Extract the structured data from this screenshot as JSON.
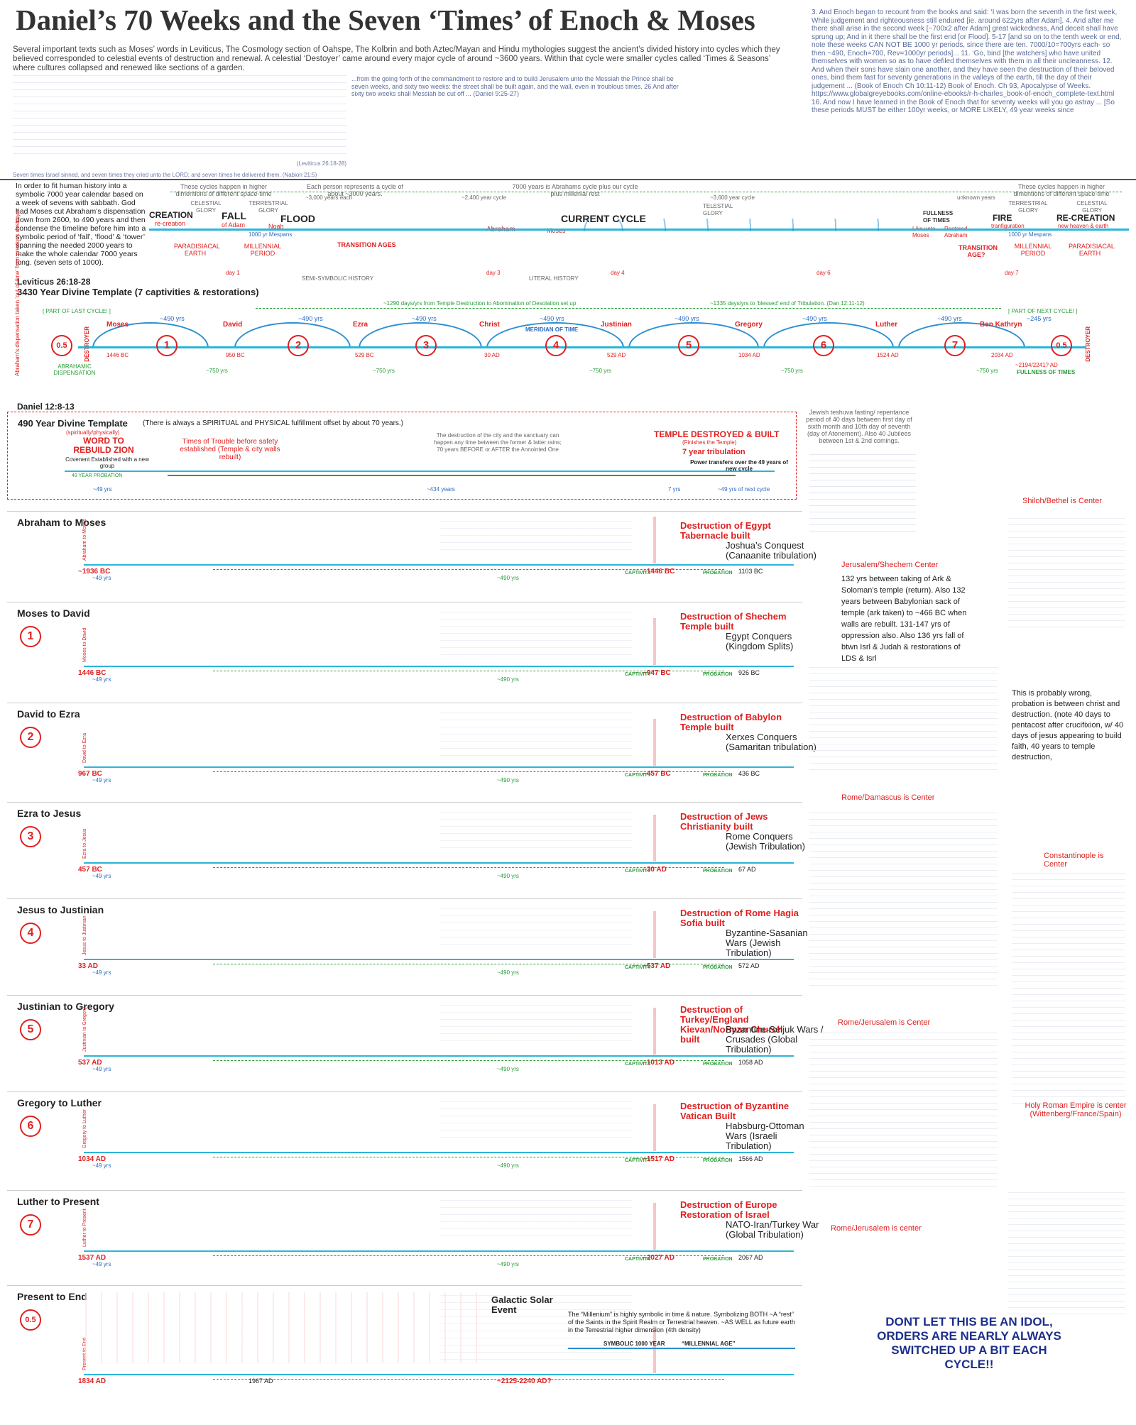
{
  "title": "Daniel’s 70 Weeks and the Seven ‘Times’ of Enoch & Moses",
  "intro": "Several important texts such as Moses’ words in Leviticus, The Cosmology section of Oahspe, The Kolbrin and both Aztec/Mayan and Hindu mythologies suggest the ancient’s divided history into cycles which they believed corresponded to celestial events of destruction and renewal. A celestial ‘Destoyer’ came around every major cycle of around ~3600 years. Within that cycle were smaller cycles called ‘Times & Seasons’ where cultures collapsed and renewed like sections of a garden.",
  "lev_quote_ref": "(Leviticus 26:18-28)",
  "seven_times_quote": "Seven times Israel sinned, and seven times they cried unto the LORD; and seven times he delivered them. (Nabion 21:5)",
  "dan_quote": "...from the going forth of the commandment to restore and to build Jerusalem unto the Messiah the Prince shall be seven weeks, and sixty two weeks: the street shall be built again, and the wall, even in troublous times. 26 And after sixty two weeks shall Messiah be cut off ... (Daniel 9:25-27)",
  "enoch_notes": "3. And Enoch began to recount from the books and said: ‘I was born the seventh in the first week, While judgement and righteousness still endured [ie. around 622yrs after Adam]. 4. And after me there shall arise in the second week [~700x2 after Adam] great wickedness, And deceit shall have sprung up; And in it there shall be the first end [or Flood]. 5-17 [and so on to the tenth week or end, note these weeks CAN NOT BE 1000 yr periods, since there are ten. 7000/10=700yrs each- so then ~490, Enoch=700, Rev=1000yr periods]... 11. ‘Go, bind [the watchers] who have united themselves with women so as to have defiled themselves with them in all their uncleanness. 12. And when their sons have slain one another, and they have seen the destruction of their beloved ones, bind them fast for seventy generations in the valleys of the earth, till the day of their judgement ... (Book of Enoch Ch 10:11-12) Book of Enoch. Ch 93, Apocalypse of Weeks. https://www.globalgreyebooks.com/online-ebooks/r-h-charles_book-of-enoch_complete-text.html 16. And now I have learned in the Book of Enoch that for seventy weeks will you go astray ... [So these periods MUST be either 100yr weeks, or MORE LIKELY, 49 year weeks since",
  "top": {
    "note_left": "These cycles happen in higher dimentions of different space-time",
    "note_person": "Each person represents a cycle of about ~3000 years.",
    "note_7000": "7000 years is Abrahams cycle plus our cycle plus millenial rest",
    "note_right": "These cycles happen in higher dimentions of different space-time",
    "explain": "In order to fit human history into a symbolic 7000 year calendar based on a week of sevens with sabbath. God had Moses cut Abraham’s dispensation down from 2600, to 490 years and then condense the timeline before him into a symbolic period of ‘fall’, ‘flood’ & ‘tower’ spanning the needed 2000 years to make the whole calendar 7000 years long. (seven sets of 1000).",
    "celestial": "CELESTIAL GLORY",
    "terrestrial": "TERRESTRIAL GLORY",
    "telestial": "TELESTIAL GLORY",
    "creation": "CREATION",
    "recreation_small": "re-creation",
    "fall": "FALL",
    "of_adam": "of Adam",
    "flood": "FLOOD",
    "noah": "Noah",
    "abraham": "Abraham",
    "current": "CURRENT CYCLE",
    "moses": "Moses",
    "fire": "FIRE",
    "transfiguration": "tranfiguration",
    "recreation": "RE-CREATION",
    "new_heaven": "new heaven & earth",
    "paradisiacal": "PARADISIACAL EARTH",
    "millennial": "MILLENNIAL PERIOD",
    "transition_ages": "TRANSITION AGES",
    "transition_age": "TRANSITION AGE?",
    "years_3000": "~3,000 years each",
    "years_2400": "~2,400 year cycle",
    "years_3600": "~3,600 year cycle",
    "unknown_years": "unknown years",
    "fullness": "FULLNESS OF TIMES",
    "like_unto": "Like unto Moses",
    "restored": "Restored Abraham",
    "mespans": "1000 yr Mespans",
    "day1": "day 1",
    "day3": "day 3",
    "day4": "day 4",
    "day6": "day 6",
    "day7": "day 7",
    "semi": "SEMI-SYMBOLIC HISTORY",
    "literal": "LITERAL HISTORY"
  },
  "template": {
    "lev_ref": "Leviticus 26:18-28",
    "heading": "3430 Year Divine Template (7 captivities & restorations)",
    "part_last": "[ PART OF LAST CYCLE! ]",
    "part_next": "[ PART OF NEXT CYCLE! ]",
    "span1290": "~1290 days/yrs from Temple Destruction to Abomination of Desolation set up",
    "span1335": "~1335 days/yrs to ‘blessed’ end of Tribulation. (Dan 12:11-12)",
    "figures": [
      "Moses",
      "David",
      "Ezra",
      "Christ",
      "Justinian",
      "Gregory",
      "Luther",
      "Ben Kathryn"
    ],
    "nums": [
      "0.5",
      "1",
      "2",
      "3",
      "4",
      "5",
      "6",
      "7",
      "0.5"
    ],
    "yrs490": "~490 yrs",
    "yrs245": "~245 yrs",
    "yrs750": "~750 yrs",
    "meridian": "MERIDIAN OF TIME",
    "dates": [
      "1446 BC",
      "950 BC",
      "529 BC",
      "30 AD",
      "529 AD",
      "1034 AD",
      "1524 AD",
      "2034 AD"
    ],
    "abrahamic": "ABRAHAMIC DISPENSATION",
    "fullness": "FULLNESS OF TIMES",
    "end_date": "~2194/2241? AD",
    "destroyer": "DESTROYER",
    "left_red": "Abraham’s dispensation taken ‘out of time’ from previous destroyer."
  },
  "dan": {
    "ref": "Daniel 12:8-13",
    "heading": "490 Year Divine Template",
    "note": "(There is always a SPIRITUAL and PHYSICAL fulfillment offset by about 70 years.)",
    "spirit": "(spiritually/physically)",
    "word": "WORD TO REBUILD ZION",
    "covenant": "Covenent Established with a new group",
    "troubles": "Times of Trouble before safety established (Temple & city walls rebuilt)",
    "middle": "The destruction of the city and the sanctuary can happen any time between the former & latter rains; 70 years BEFORE or AFTER the Annointed One",
    "temple": "TEMPLE DESTROYED & BUILT",
    "temple_sub": "(Finishes the Temple)",
    "tribulation": "7 year tribulation",
    "power": "Power transfers over the 49 years of new cycle",
    "probation": "49 YEAR PROBATION",
    "yrs49": "~49 yrs",
    "yrs434": "~434 years",
    "yrs7": "7 yrs",
    "next49": "~49 yrs of next cycle",
    "fasting": "Jewish teshuva fasting/ repentance period of 40 days between first day of sixth month and 10th day of seventh (day of Atonement). Also 40 Jubilees between 1st & 2nd comings."
  },
  "sections": [
    {
      "name": "Abraham to Moses",
      "num": "",
      "start": "~1936 BC",
      "end": "~1446 BC",
      "dest": "Destruction of Egypt Tabernacle built",
      "conq": "Joshua’s Conquest (Canaanite tribulation)",
      "other": "1103 BC"
    },
    {
      "name": "Moses to David",
      "num": "1",
      "start": "1446 BC",
      "end": "~947 BC",
      "dest": "Destruction of Shechem Temple built",
      "conq": "Egypt Conquers (Kingdom Splits)",
      "other": "926 BC"
    },
    {
      "name": "David to Ezra",
      "num": "2",
      "start": "967 BC",
      "end": "~457 BC",
      "dest": "Destruction of Babylon Temple built",
      "conq": "Xerxes Conquers (Samaritan tribulation)",
      "other": "436 BC"
    },
    {
      "name": "Ezra to Jesus",
      "num": "3",
      "start": "457 BC",
      "end": "~30 AD",
      "dest": "Destruction of Jews Christianity built",
      "conq": "Rome Conquers (Jewish Tribulation)",
      "other": "67 AD"
    },
    {
      "name": "Jesus to Justinian",
      "num": "4",
      "start": "33 AD",
      "end": "~537 AD",
      "dest": "Destruction of Rome Hagia Sofia built",
      "conq": "Byzantine-Sasanian Wars (Jewish Tribulation)",
      "other": "572 AD"
    },
    {
      "name": "Justinian to Gregory",
      "num": "5",
      "start": "537 AD",
      "end": "~1013 AD",
      "dest": "Destruction of Turkey/England Kievan/Norman Church built",
      "conq": "Byzantine-Seljuk Wars / Crusades (Global Tribulation)",
      "other": "1058 AD"
    },
    {
      "name": "Gregory to Luther",
      "num": "6",
      "start": "1034 AD",
      "end": "~1517 AD",
      "dest": "Destruction of Byzantine Vatican Built",
      "conq": "Habsburg-Ottoman Wars (Israeli Tribulation)",
      "other": "1566 AD"
    },
    {
      "name": "Luther to Present",
      "num": "7",
      "start": "1537 AD",
      "end": "~2027 AD",
      "dest": "Destruction of Europe Restoration of Israel",
      "conq": "NATO-Iran/Turkey War (Global Tribulation)",
      "other": "2067 AD"
    },
    {
      "name": "Present to End",
      "num": "0.5",
      "start": "1834 AD",
      "end": "~2125-2240 AD?",
      "dest": "",
      "conq": "",
      "other": "1967 AD"
    }
  ],
  "labels": {
    "yrs490": "~490 yrs",
    "yrs49": "~49 yrs",
    "probation": "PROBATION",
    "captivity": "CAPTIVITY",
    "galactic": "Galactic Solar Event",
    "millenium": "The “Millenium” is highly symbolic in time & nature. Symbolizing BOTH ~A “rest” of the Saints in the Spirit Realm or Terrestrial heaven. ~AS WELL as future earth in the Terrestrial higher dimension (4th density)",
    "symbolic1000": "SYMBOLIC 1000 YEAR",
    "millennial_age": "“MILLENNIAL AGE”"
  },
  "centers": {
    "shiloh": "Shiloh/Bethel is Center",
    "jerusalem_shechem": "Jerusalem/Shechem Center",
    "rome_damascus": "Rome/Damascus is Center",
    "constantinople": "Constantinople is Center",
    "rome_jerusalem": "Rome/Jerusalem is Center",
    "holy_roman": "Holy Roman Empire is center (Wittenberg/France/Spain)",
    "rome_jerusalem2": "Rome/Jerusalem is center"
  },
  "side_text": {
    "ark": "132 yrs between taking of Ark & Soloman’s temple (return). Also 132 years between Babylonian sack of temple (ark taken) to ~466 BC when walls are rebuilt. 131-147 yrs of oppression also. Also 136 yrs fall of btwn Isrl & Judah & restorations of LDS & Isrl",
    "probation": "This is probably wrong, probation is between christ and destruction. (note 40 days to pentacost after crucifixion, w/ 40 days of jesus appearing to build faith, 40 years to temple destruction,"
  },
  "warning": "DONT LET THIS BE AN IDOL, ORDERS ARE NEARLY ALWAYS SWITCHED UP A BIT EACH CYCLE!!"
}
